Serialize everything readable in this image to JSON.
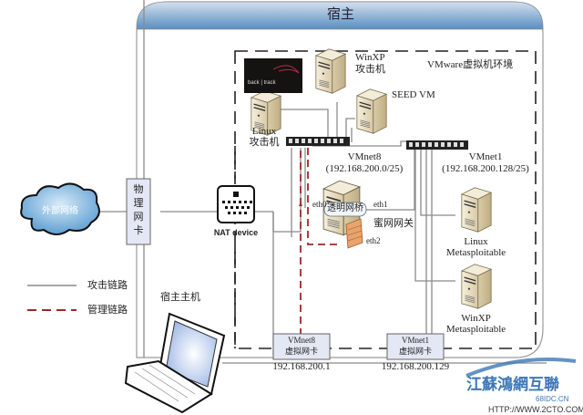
{
  "host": {
    "title": "宿主",
    "host_machine_label": "宿主主机",
    "physical_nic_label": [
      "物",
      "理",
      "网",
      "卡"
    ]
  },
  "external_network": {
    "label": "外部网络"
  },
  "nat_device": {
    "label": "NAT device"
  },
  "vmware_env": {
    "label": "VMware虚拟机环境"
  },
  "machines": {
    "linux_attacker": {
      "line1": "Linux",
      "line2": "攻击机",
      "logo_text": "back | track"
    },
    "winxp_attacker": {
      "line1": "WinXP",
      "line2": "攻击机"
    },
    "seed_vm": {
      "line1": "SEED VM"
    },
    "honeynet_gateway": {
      "label": "蜜网网关",
      "bridge_label": "透明网桥",
      "eth0": "eth0",
      "eth1": "eth1",
      "eth2": "eth2"
    },
    "linux_metasploitable": {
      "line1": "Linux",
      "line2": "Metasploitable"
    },
    "winxp_metasploitable": {
      "line1": "WinXP",
      "line2": "Metasploitable"
    }
  },
  "switches": {
    "vmnet8": {
      "line1": "VMnet8",
      "line2": "(192.168.200.0/25)"
    },
    "vmnet1": {
      "line1": "VMnet1",
      "line2": "(192.168.200.128/25)"
    }
  },
  "virtual_nics": {
    "vmnet8": {
      "line1": "VMnet8",
      "line2": "虚拟网卡",
      "ip": "192.168.200.1"
    },
    "vmnet1": {
      "line1": "VMnet1",
      "line2": "虚拟网卡",
      "ip": "192.168.200.129"
    }
  },
  "legend": {
    "attack_link": "攻击链路",
    "management_link": "管理链路"
  },
  "watermark": {
    "title": "江蘇鴻網互聯",
    "sub": "68IDC.CN",
    "url": "HTTP://WWW.2CTO.COM"
  },
  "colors": {
    "header_top": "#c9d8ea",
    "header_bottom": "#5d8fc2",
    "link_gray": "#8a8a8a",
    "management_red": "#9a2a2a",
    "server_face": "#efe6cf",
    "cloud_blue": "#6fa9d8",
    "nic_box": "#e4e8f4"
  }
}
